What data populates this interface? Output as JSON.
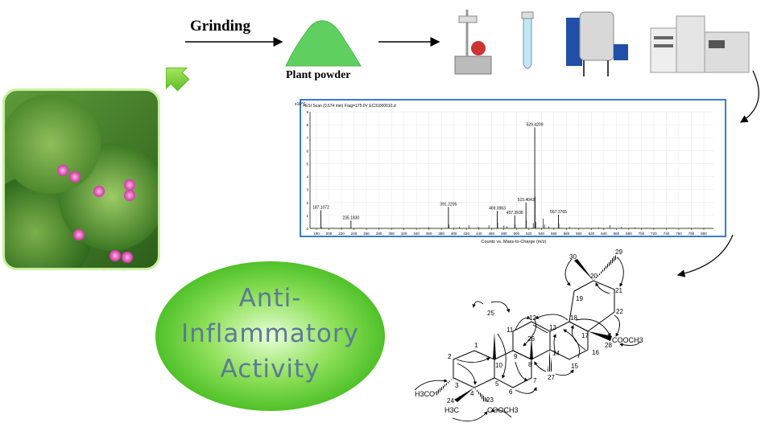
{
  "process": {
    "grinding_label": "Grinding",
    "powder_label": "Plant powder"
  },
  "activity": {
    "line1": "Anti-",
    "line2": "Inflammatory",
    "line3": "Activity"
  },
  "spectrum": {
    "title": "+ESI Scan (0.674 min) Frag=175.0V EC31000010.d",
    "y_exponent": "x10^6",
    "xlabel": "Counts vs. Mass-to-Charge (m/z)",
    "xlim": [
      180,
      800
    ],
    "ylim": [
      0,
      9
    ],
    "x_ticks": [
      180,
      200,
      220,
      240,
      260,
      280,
      300,
      320,
      340,
      360,
      380,
      400,
      420,
      440,
      460,
      480,
      500,
      520,
      540,
      560,
      580,
      600,
      620,
      640,
      660,
      680,
      700,
      720,
      740,
      760,
      780,
      800
    ],
    "y_ticks": [
      0,
      1,
      2,
      3,
      4,
      5,
      6,
      7,
      8,
      9
    ],
    "labeled_peaks": [
      {
        "mz": 187.1072,
        "intensity": 1.4,
        "label": "187.1072"
      },
      {
        "mz": 235.183,
        "intensity": 0.6,
        "label": "235.1830"
      },
      {
        "mz": 391.2205,
        "intensity": 1.65,
        "label": "391.2205"
      },
      {
        "mz": 469.3963,
        "intensity": 1.35,
        "label": "469.3963"
      },
      {
        "mz": 497.3938,
        "intensity": 1.0,
        "label": "497.3938"
      },
      {
        "mz": 515.4043,
        "intensity": 2.0,
        "label": "515.4043"
      },
      {
        "mz": 529.4209,
        "intensity": 7.8,
        "label": "529.4209"
      },
      {
        "mz": 567.3765,
        "intensity": 1.05,
        "label": "567.3765"
      }
    ],
    "minor_peaks": [
      [
        188,
        0.1
      ],
      [
        207,
        0.05
      ],
      [
        220,
        0.08
      ],
      [
        280,
        0.06
      ],
      [
        300,
        0.04
      ],
      [
        318,
        0.05
      ],
      [
        360,
        0.1
      ],
      [
        392,
        0.3
      ],
      [
        409,
        0.12
      ],
      [
        424,
        0.25
      ],
      [
        439,
        0.12
      ],
      [
        456,
        0.25
      ],
      [
        470,
        0.45
      ],
      [
        480,
        0.22
      ],
      [
        485,
        0.15
      ],
      [
        498,
        0.3
      ],
      [
        516,
        0.6
      ],
      [
        527,
        0.4
      ],
      [
        530,
        2.45
      ],
      [
        531,
        0.5
      ],
      [
        543,
        0.75
      ],
      [
        545,
        0.3
      ],
      [
        552,
        0.15
      ],
      [
        568,
        0.35
      ],
      [
        585,
        0.12
      ],
      [
        632,
        0.08
      ],
      [
        650,
        0.25
      ],
      [
        668,
        0.1
      ],
      [
        690,
        0.08
      ]
    ]
  },
  "structure": {
    "labels": [
      "1",
      "2",
      "3",
      "4",
      "5",
      "6",
      "7",
      "8",
      "9",
      "10",
      "11",
      "12",
      "13",
      "14",
      "15",
      "16",
      "17",
      "18",
      "19",
      "20",
      "21",
      "22",
      "23",
      "24",
      "25",
      "26",
      "27",
      "28",
      "29",
      "30"
    ],
    "groups": {
      "methoxy": "H3CO",
      "methyl": "H3C",
      "ester1": "COOCH3",
      "ester2": "COOCH3"
    }
  }
}
